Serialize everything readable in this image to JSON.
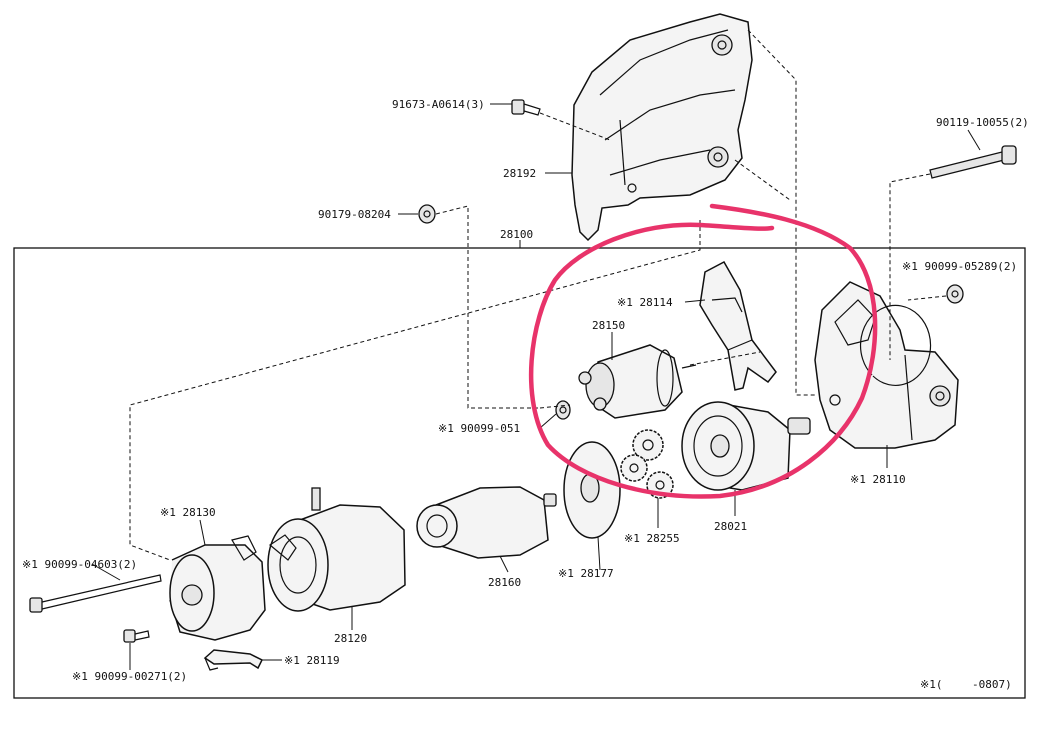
{
  "assembly_label": "28100",
  "footnote": {
    "mark": "※1(",
    "range": "-0807)"
  },
  "callouts": {
    "c91673": "91673-A0614(3)",
    "c28192": "28192",
    "c90179": "90179-08204",
    "c90119": "90119-10055(2)",
    "c90099_05289": "※1 90099-05289(2)",
    "c28114": "※1 28114",
    "c28150": "28150",
    "c90099_051": "※1 90099-051",
    "c28110": "※1 28110",
    "c28130": "※1 28130",
    "c90099_04603": "※1 90099-04603(2)",
    "c90099_00271": "※1 90099-00271(2)",
    "c28119": "※1 28119",
    "c28120": "28120",
    "c28160": "28160",
    "c28177": "※1 28177",
    "c28255": "※1 28255",
    "c28021": "28021"
  },
  "colors": {
    "highlight": "#e8336a",
    "ink": "#111111",
    "background": "#ffffff"
  }
}
